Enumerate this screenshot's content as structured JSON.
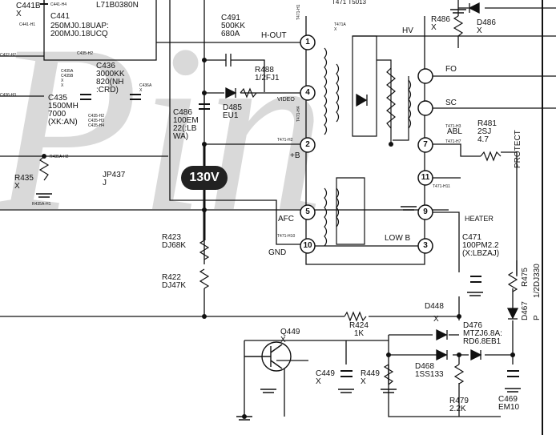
{
  "watermark": "Pin",
  "top_labels": {
    "c441b": "C441B\nX",
    "c441h4": "C441-H4",
    "c441h1": "C441-H1",
    "c441": "C441",
    "c441_val": "250MJ0.18UAP:\n200MJ0.18UCQ",
    "ic_top": "L71B0380N",
    "c432h2": "C432-H2",
    "c436h3": "C436-H3"
  },
  "components": {
    "c435a": "C435A\nC435B\nX\nX",
    "c435h2": "C435-H2",
    "c436": "C436\n3000KK\n820(NH\n:CRD)",
    "c436a": "C436A\nX",
    "c435": "C435\n1500MH\n7000\n(XK:AN)",
    "c435_sub": "C435-H2\nC435-H3\nC435-H4",
    "r435ah2": "R435A-H2",
    "r435": "R435\nX",
    "r435ah1": "R435A-H1",
    "jp437": "JP437\nJ",
    "c491": "C491\n500KK\n680A",
    "hout": "H-OUT",
    "r488": "R488\n1/2FJ1",
    "video": "VIDEO",
    "d485": "D485\nEU1",
    "c486": "C486\n100EM\n22(:LB\nWA)",
    "v130": "130V",
    "t471h1": "T471-H1",
    "t471h4": "T471-H4",
    "t471a": "T471A\nX",
    "t471h2": "T471-H2",
    "plusb": "+B",
    "hv": "HV",
    "fo": "FO",
    "sc": "SC",
    "r486": "R486\nX",
    "d486": "D486\nX",
    "abl": "ABL",
    "t471h7": "T471-H7",
    "t471h3": "T471-H3",
    "r481": "R481\n2SJ\n4.7",
    "protect": "PROTECT",
    "t471h11": "T471-H11",
    "heater": "HEATER",
    "afc": "AFC",
    "t471h10": "T471-H10",
    "gnd": "GND",
    "lowb": "LOW B",
    "r423": "R423\nDJ68K",
    "r422": "R422\nDJ47K",
    "c471": "C471\n100PM2.2\n(X:LBZAJ)",
    "r475": "R475",
    "r475_val": "1/2DJ330",
    "d448": "D448",
    "d448x": "X",
    "r424": "R424\n1K",
    "d467": "D467",
    "p": "P",
    "q449": "Q449\nX",
    "d476": "D476\nMTZJ6.8A:\nRD6.8EB1",
    "d468": "D468\n1SS133",
    "c449": "C449\nX",
    "r449": "R449\nX",
    "r479": "R479\n2.2K",
    "c469": "C469\nEM10",
    "t471_title": "T471 T5013"
  },
  "pins": [
    "1",
    "4",
    "2",
    "5",
    "10",
    "7",
    "9",
    "11",
    "3"
  ]
}
